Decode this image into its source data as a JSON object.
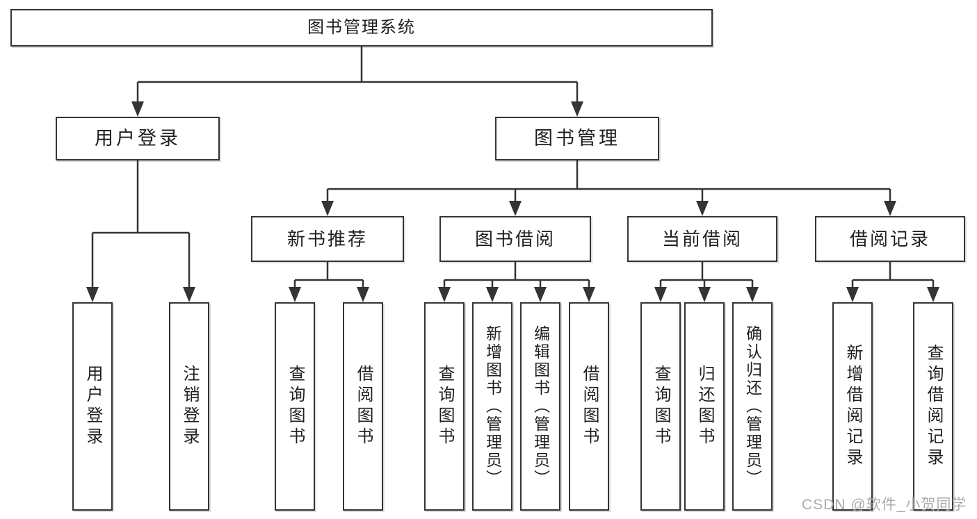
{
  "diagram": {
    "root": "图书管理系统",
    "branches": [
      {
        "label": "用户登录",
        "children": [
          "用户登录",
          "注销登录"
        ]
      },
      {
        "label": "图书管理",
        "sections": [
          {
            "label": "新书推荐",
            "children": [
              "查询图书",
              "借阅图书"
            ]
          },
          {
            "label": "图书借阅",
            "children": [
              "查询图书",
              "新增图书（管理员）",
              "编辑图书（管理员）",
              "借阅图书"
            ]
          },
          {
            "label": "当前借阅",
            "children": [
              "查询图书",
              "归还图书",
              "确认归还（管理员）"
            ]
          },
          {
            "label": "借阅记录",
            "children": [
              "新增借阅记录",
              "查询借阅记录"
            ]
          }
        ]
      }
    ]
  },
  "watermark": "CSDN @软件_小贺同学",
  "colors": {
    "background": "#ffffff",
    "box_border": "#343434",
    "connector_line": "#343434",
    "text": "#1f1f1f",
    "watermark_text": "#ababab"
  }
}
